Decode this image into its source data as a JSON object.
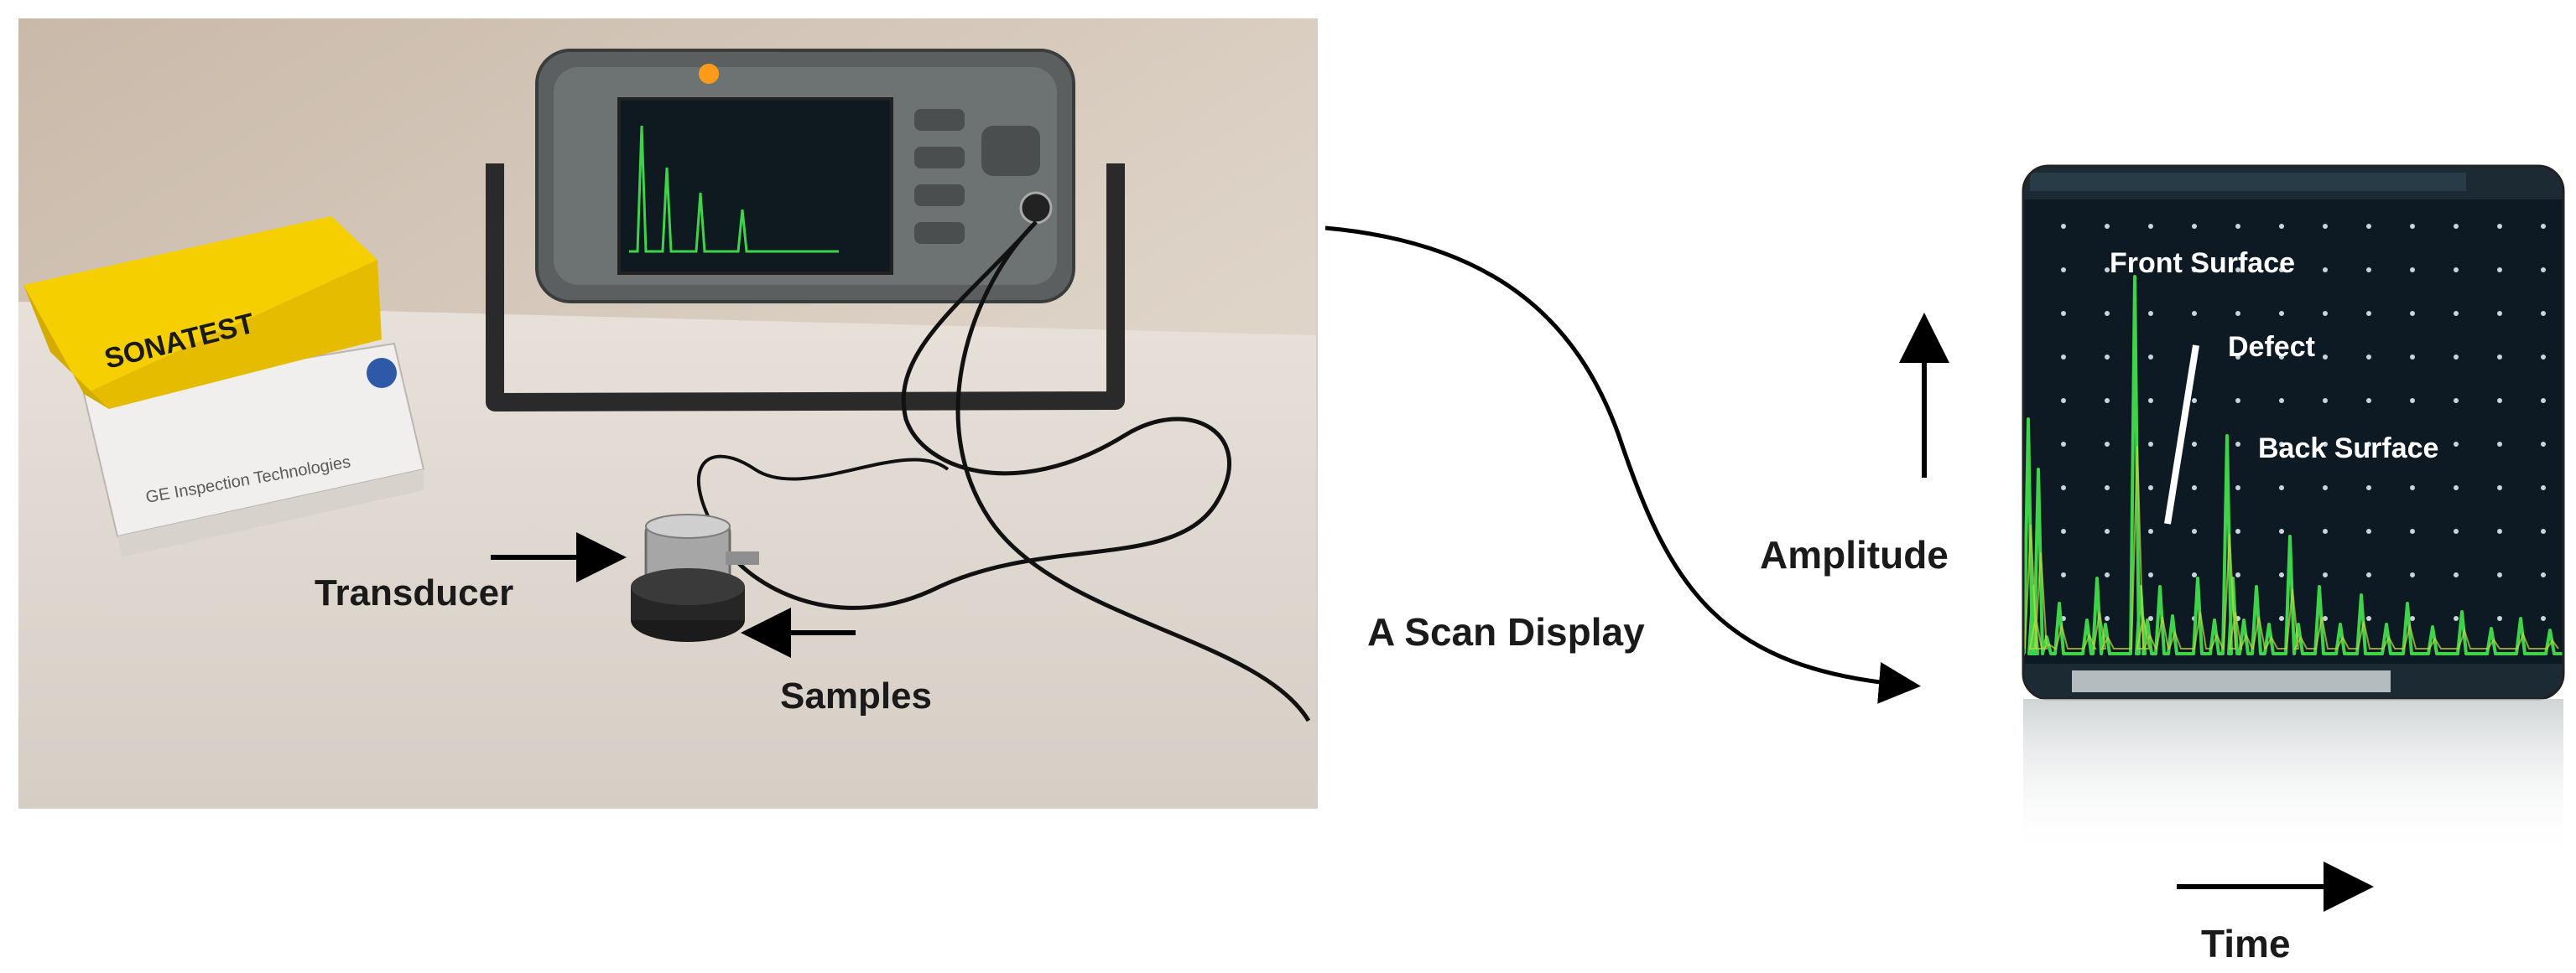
{
  "labels": {
    "transducer": "Transducer",
    "samples": "Samples",
    "a_scan_display": "A Scan Display",
    "amplitude": "Amplitude",
    "time": "Time"
  },
  "photo": {
    "box_brand": "SONATEST",
    "box2_text": "GE Inspection Technologies"
  },
  "scan_display": {
    "front_surface": "Front Surface",
    "defect": "Defect",
    "back_surface": "Back Surface"
  },
  "colors": {
    "signal_green": "#3fd34a",
    "screen_background": "#0d1a24",
    "box_yellow": "#f2c900",
    "arrow": "#000000"
  }
}
